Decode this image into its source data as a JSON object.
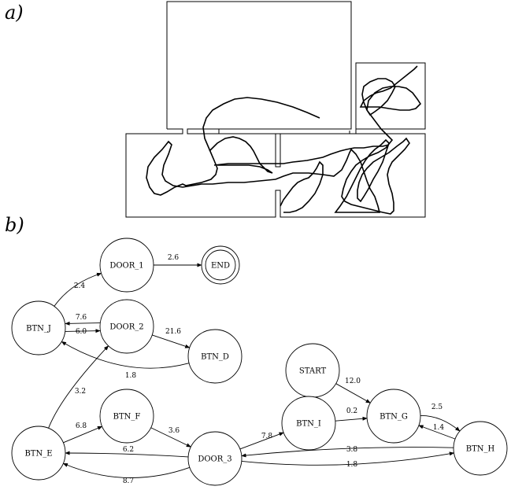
{
  "panel_a": {
    "label": "a)"
  },
  "panel_b": {
    "label": "b)"
  },
  "graph": {
    "nodes": [
      {
        "id": "DOOR_1",
        "label": "DOOR_1"
      },
      {
        "id": "END",
        "label": "END"
      },
      {
        "id": "BTN_J",
        "label": "BTN_J"
      },
      {
        "id": "DOOR_2",
        "label": "DOOR_2"
      },
      {
        "id": "BTN_D",
        "label": "BTN_D"
      },
      {
        "id": "START",
        "label": "START"
      },
      {
        "id": "BTN_F",
        "label": "BTN_F"
      },
      {
        "id": "BTN_E",
        "label": "BTN_E"
      },
      {
        "id": "BTN_I",
        "label": "BTN_I"
      },
      {
        "id": "BTN_G",
        "label": "BTN_G"
      },
      {
        "id": "DOOR_3",
        "label": "DOOR_3"
      },
      {
        "id": "BTN_H",
        "label": "BTN_H"
      }
    ],
    "edges": [
      {
        "from": "DOOR_1",
        "to": "END",
        "label": "2.6"
      },
      {
        "from": "BTN_J",
        "to": "DOOR_1",
        "label": "2.4"
      },
      {
        "from": "DOOR_2",
        "to": "BTN_J",
        "label": "7.6"
      },
      {
        "from": "BTN_J",
        "to": "DOOR_2",
        "label": "6.0"
      },
      {
        "from": "DOOR_2",
        "to": "BTN_D",
        "label": "21.6"
      },
      {
        "from": "BTN_D",
        "to": "BTN_J",
        "label": "1.8"
      },
      {
        "from": "BTN_E",
        "to": "DOOR_2",
        "label": "3.2"
      },
      {
        "from": "START",
        "to": "BTN_G",
        "label": "12.0"
      },
      {
        "from": "BTN_E",
        "to": "BTN_F",
        "label": "6.8"
      },
      {
        "from": "BTN_F",
        "to": "DOOR_3",
        "label": "3.6"
      },
      {
        "from": "DOOR_3",
        "to": "BTN_I",
        "label": "7.8"
      },
      {
        "from": "BTN_I",
        "to": "BTN_G",
        "label": "0.2"
      },
      {
        "from": "BTN_G",
        "to": "BTN_H",
        "label": "2.5"
      },
      {
        "from": "BTN_H",
        "to": "BTN_G",
        "label": "1.4"
      },
      {
        "from": "DOOR_3",
        "to": "BTN_E",
        "label": "6.2"
      },
      {
        "from": "DOOR_3",
        "to": "BTN_E",
        "label": "8.7"
      },
      {
        "from": "BTN_H",
        "to": "DOOR_3",
        "label": "3.8"
      },
      {
        "from": "DOOR_3",
        "to": "BTN_H",
        "label": "1.8"
      }
    ]
  }
}
